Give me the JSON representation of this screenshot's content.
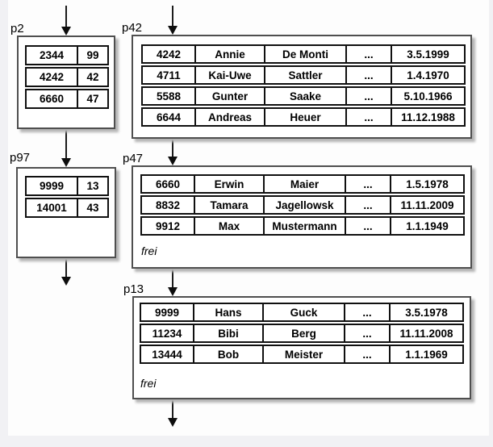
{
  "colors": {
    "frame_background": "#f1f1f4",
    "page_background": "#fdfdfd",
    "box_border": "#4f4f4f",
    "table_border": "#101010",
    "shadow": "#b4b4b4",
    "text": "#000000"
  },
  "pages": {
    "p2": {
      "label": "p2",
      "rows": [
        [
          "2344",
          "99"
        ],
        [
          "4242",
          "42"
        ],
        [
          "6660",
          "47"
        ]
      ]
    },
    "p42": {
      "label": "p42",
      "rows": [
        [
          "4242",
          "Annie",
          "De Monti",
          "...",
          "3.5.1999"
        ],
        [
          "4711",
          "Kai-Uwe",
          "Sattler",
          "...",
          "1.4.1970"
        ],
        [
          "5588",
          "Gunter",
          "Saake",
          "...",
          "5.10.1966"
        ],
        [
          "6644",
          "Andreas",
          "Heuer",
          "...",
          "11.12.1988"
        ]
      ]
    },
    "p97": {
      "label": "p97",
      "rows": [
        [
          "9999",
          "13"
        ],
        [
          "14001",
          "43"
        ]
      ]
    },
    "p47": {
      "label": "p47",
      "rows": [
        [
          "6660",
          "Erwin",
          "Maier",
          "...",
          "1.5.1978"
        ],
        [
          "8832",
          "Tamara",
          "Jagellowsk",
          "...",
          "11.11.2009"
        ],
        [
          "9912",
          "Max",
          "Mustermann",
          "...",
          "1.1.1949"
        ]
      ],
      "free_label": "frei"
    },
    "p13": {
      "label": "p13",
      "rows": [
        [
          "9999",
          "Hans",
          "Guck",
          "...",
          "3.5.1978"
        ],
        [
          "11234",
          "Bibi",
          "Berg",
          "...",
          "11.11.2008"
        ],
        [
          "13444",
          "Bob",
          "Meister",
          "...",
          "1.1.1969"
        ]
      ],
      "free_label": "frei"
    }
  }
}
